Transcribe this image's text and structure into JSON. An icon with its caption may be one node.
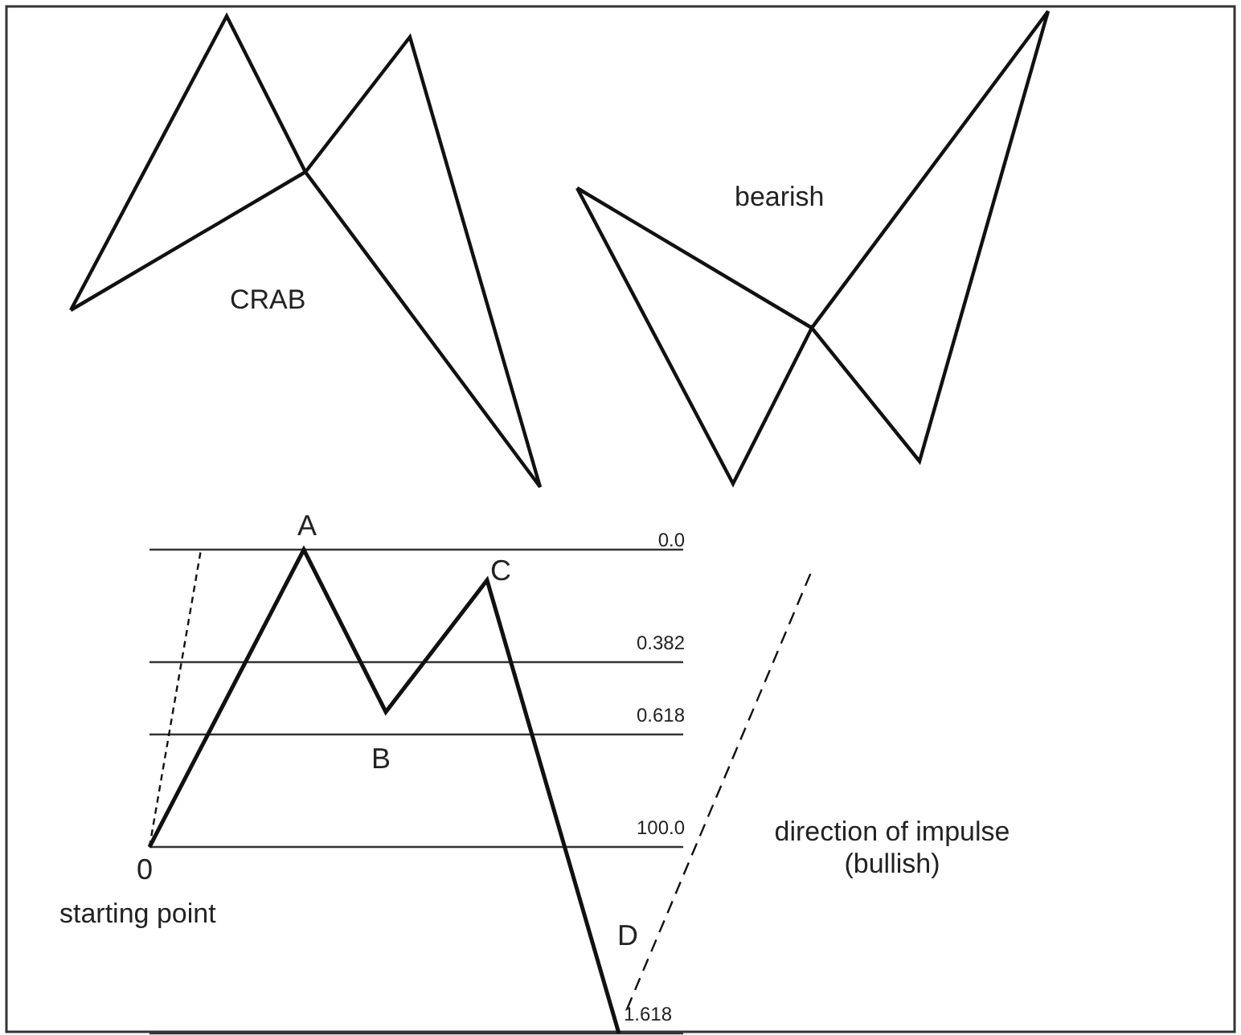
{
  "diagram": {
    "labels": [
      "bearish",
      "CRAB",
      "A",
      "0.0",
      "C",
      "0.382",
      "0.618",
      "B",
      "100.0",
      "direction of impulse (bullish)",
      "0",
      "starting point",
      "D",
      "1.618"
    ]
  }
}
